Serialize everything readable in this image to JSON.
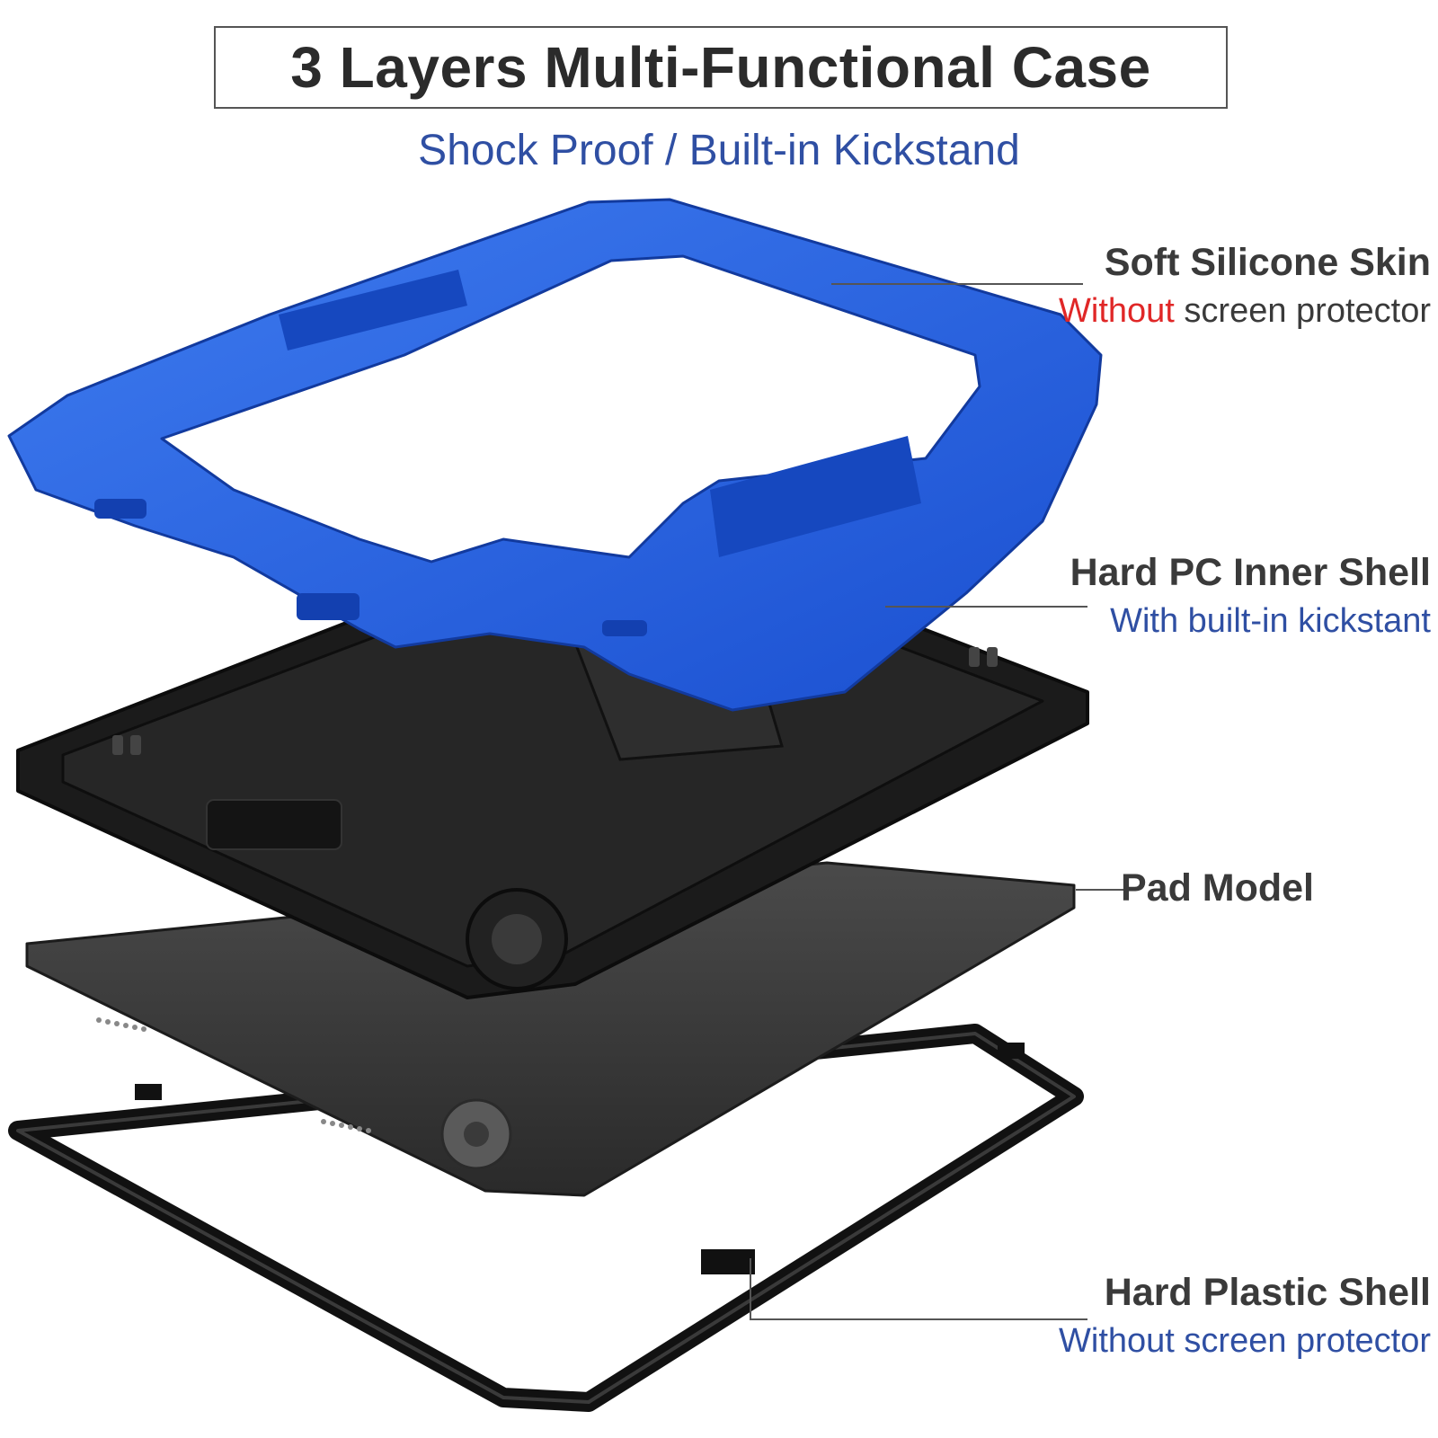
{
  "header": {
    "title": "3 Layers Multi-Functional Case",
    "subtitle": "Shock Proof / Built-in Kickstand"
  },
  "layers": [
    {
      "name": "Soft Silicone Skin",
      "desc_accent": "Without",
      "desc_rest": " screen protector",
      "color": "#1f5fe0"
    },
    {
      "name": "Hard PC Inner Shell",
      "desc": "With built-in kickstant",
      "color": "#1b1b1b"
    },
    {
      "name": "Pad Model",
      "color": "#2e2e2e"
    },
    {
      "name": "Hard Plastic Shell",
      "desc": "Without screen protector",
      "color": "#1b1b1b"
    }
  ],
  "colors": {
    "accent_blue": "#2f4fa3",
    "accent_red": "#e02727",
    "leader_line": "#555555"
  }
}
